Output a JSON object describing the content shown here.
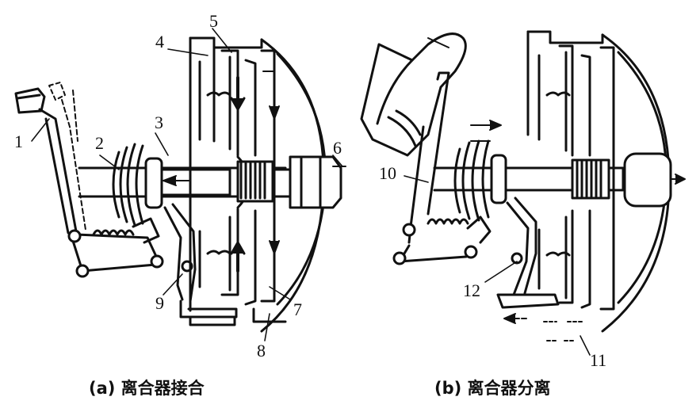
{
  "labels": {
    "l1": "1",
    "l2": "2",
    "l3": "3",
    "l4": "4",
    "l5": "5",
    "l6": "6",
    "l7": "7",
    "l8": "8",
    "l9": "9",
    "l10": "10",
    "l11": "11",
    "l12": "12"
  },
  "captions": {
    "a": "(a) 离合器接合",
    "b": "(b) 离合器分离"
  },
  "colors": {
    "ink": "#111111",
    "paper": "#ffffff"
  }
}
